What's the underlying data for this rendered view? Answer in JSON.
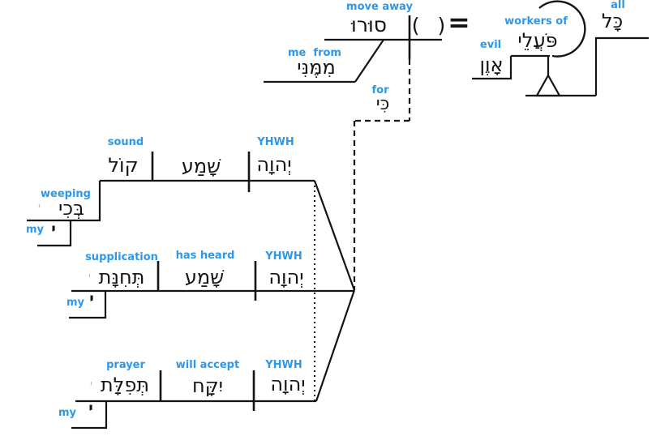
{
  "colors": {
    "label_blue": "#2e97e8",
    "line_black": "#141414",
    "suffix_grey": "#bdbdbd"
  },
  "main_clause": {
    "verb": {
      "gloss": "move away",
      "hebrew": "סוּרוּ"
    },
    "subject_placeholder": "( )",
    "equals_sign": "=",
    "prep_phrase": {
      "gloss": "me  from",
      "hebrew": "מִמֶּנִּי"
    },
    "predicate_nominative": {
      "quantifier": {
        "gloss": "all",
        "hebrew": "כָּל"
      },
      "construct": {
        "gloss": "workers of",
        "hebrew": "פֹּעֲלֵי"
      },
      "genitive": {
        "gloss": "evil",
        "hebrew": "אָוֶן"
      }
    }
  },
  "conjunction": {
    "gloss": "for",
    "hebrew": "כִּי"
  },
  "subordinate_clauses": [
    {
      "object_gloss": "sound",
      "object": "קוֹל",
      "verb_gloss": "",
      "verb": "שָׁמַע",
      "subject_gloss": "YHWH",
      "subject": "יְהוָה",
      "modifier": {
        "gloss": "weeping",
        "hebrew": "בְּכִי",
        "suffix_placeholder": "י"
      },
      "suffix": {
        "gloss": "my",
        "hebrew": "י"
      }
    },
    {
      "object_gloss": "supplication",
      "object": "תְּחִנָּת",
      "object_suffix_placeholder": "י",
      "verb_gloss": "has heard",
      "verb": "שָׁמַע",
      "subject_gloss": "YHWH",
      "subject": "יְהוָה",
      "suffix": {
        "gloss": "my",
        "hebrew": "י"
      }
    },
    {
      "object_gloss": "prayer",
      "object": "תְּפִלָּת",
      "object_suffix_placeholder": "י",
      "verb_gloss": "will accept",
      "verb": "יִקָּח",
      "subject_gloss": "YHWH",
      "subject": "יְהוָה",
      "suffix": {
        "gloss": "my",
        "hebrew": "י"
      }
    }
  ]
}
